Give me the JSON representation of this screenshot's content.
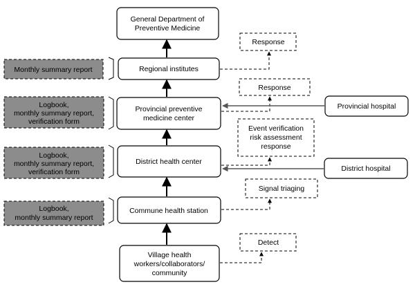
{
  "hierarchy": {
    "general_department": [
      "General Department of",
      "Preventive Medicine"
    ],
    "regional_institutes": [
      "Regional institutes"
    ],
    "provincial_center": [
      "Provincial preventive",
      "medicine center"
    ],
    "district_center": [
      "District health center"
    ],
    "commune_station": [
      "Commune health station"
    ],
    "village": [
      "Village health",
      "workers/collaborators/",
      "community"
    ]
  },
  "reports": {
    "regional": [
      "Monthly summary report"
    ],
    "provincial": [
      "Logbook,",
      "monthly summary report,",
      "verification form"
    ],
    "district": [
      "Logbook,",
      "monthly summary report,",
      "verification form"
    ],
    "commune": [
      "Logbook,",
      "monthly summary report"
    ]
  },
  "actions": {
    "regional": [
      "Response"
    ],
    "provincial": [
      "Response"
    ],
    "district": [
      "Event verification",
      "risk assessment",
      "response"
    ],
    "commune": [
      "Signal triaging"
    ],
    "village": [
      "Detect"
    ]
  },
  "hospitals": {
    "provincial": [
      "Provincial hospital"
    ],
    "district": [
      "District hospital"
    ]
  }
}
